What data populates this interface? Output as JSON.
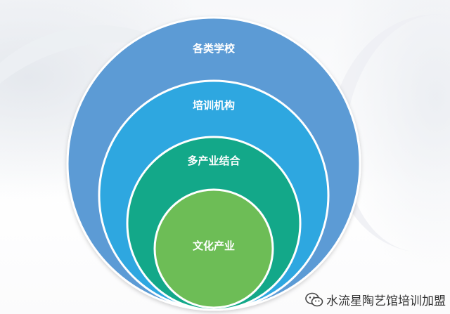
{
  "diagram": {
    "type": "nested-circles",
    "rings": [
      {
        "label": "各类学校",
        "color": "#5b9bd5"
      },
      {
        "label": "培训机构",
        "color": "#2ea7e0"
      },
      {
        "label": "多产业结合",
        "color": "#13a889"
      },
      {
        "label": "文化产业",
        "color": "#6dbd56"
      }
    ]
  },
  "watermark": {
    "text": "水流星陶艺馆培训加盟",
    "icon": "wechat-icon"
  }
}
